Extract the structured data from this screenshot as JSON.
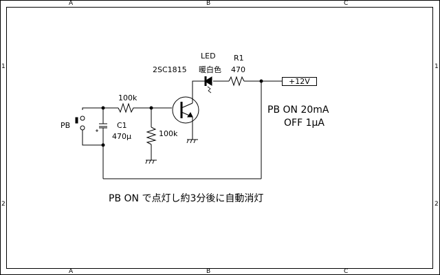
{
  "frame": {
    "columns": [
      "A",
      "B",
      "C"
    ],
    "rows": [
      "1",
      "2"
    ]
  },
  "components": {
    "pb": {
      "label": "PB"
    },
    "c1": {
      "name": "C1",
      "value": "470µ"
    },
    "r_series": {
      "value": "100k"
    },
    "r_shunt": {
      "value": "100k"
    },
    "transistor": {
      "name": "2SC1815"
    },
    "led": {
      "name": "LED",
      "color": "暖白色"
    },
    "r1": {
      "name": "R1",
      "value": "470"
    },
    "supply": {
      "label": "+12V"
    }
  },
  "notes": {
    "current_on": "PB ON   20mA",
    "current_off": "OFF  1µA",
    "description": "PB ON で点灯し約3分後に自動消灯"
  }
}
